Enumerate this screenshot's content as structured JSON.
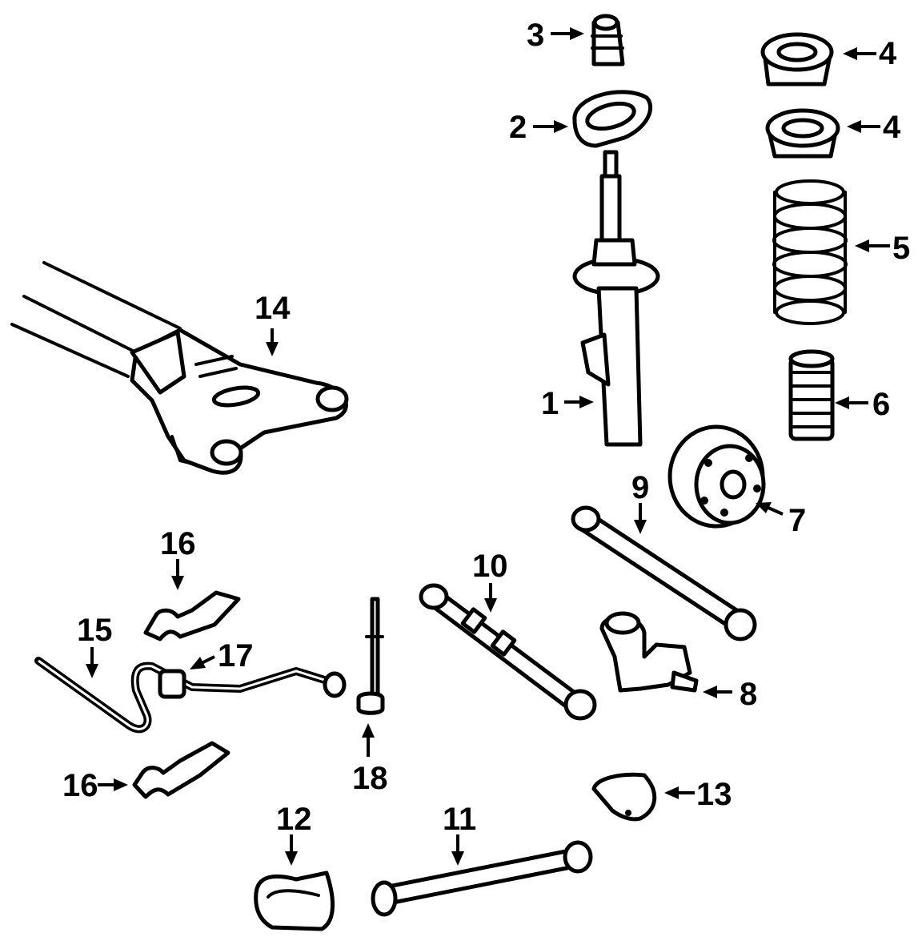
{
  "diagram": {
    "callouts": [
      {
        "id": "c1",
        "label": "1"
      },
      {
        "id": "c2",
        "label": "2"
      },
      {
        "id": "c3",
        "label": "3"
      },
      {
        "id": "c4a",
        "label": "4"
      },
      {
        "id": "c4b",
        "label": "4"
      },
      {
        "id": "c5",
        "label": "5"
      },
      {
        "id": "c6",
        "label": "6"
      },
      {
        "id": "c7",
        "label": "7"
      },
      {
        "id": "c8",
        "label": "8"
      },
      {
        "id": "c9",
        "label": "9"
      },
      {
        "id": "c10",
        "label": "10"
      },
      {
        "id": "c11",
        "label": "11"
      },
      {
        "id": "c12",
        "label": "12"
      },
      {
        "id": "c13",
        "label": "13"
      },
      {
        "id": "c14",
        "label": "14"
      },
      {
        "id": "c15",
        "label": "15"
      },
      {
        "id": "c16a",
        "label": "16"
      },
      {
        "id": "c16b",
        "label": "16"
      },
      {
        "id": "c17",
        "label": "17"
      },
      {
        "id": "c18",
        "label": "18"
      }
    ]
  }
}
